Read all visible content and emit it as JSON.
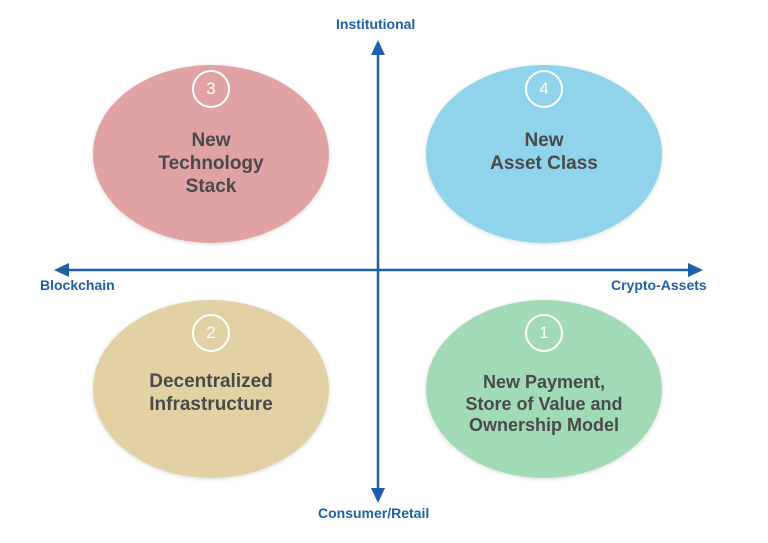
{
  "axes": {
    "top_label": "Institutional",
    "bottom_label": "Consumer/Retail",
    "left_label": "Blockchain",
    "right_label": "Crypto-Assets",
    "color": "#1f5fa8"
  },
  "quadrants": [
    {
      "number": "3",
      "title": "New\nTechnology\nStack",
      "color": "#e0a2a2"
    },
    {
      "number": "4",
      "title": "New\nAsset Class",
      "color": "#8fd4ea"
    },
    {
      "number": "2",
      "title": "Decentralized\nInfrastructure",
      "color": "#e3d1a6"
    },
    {
      "number": "1",
      "title": "New Payment,\nStore of Value and\nOwnership Model",
      "color": "#a3dab6"
    }
  ]
}
